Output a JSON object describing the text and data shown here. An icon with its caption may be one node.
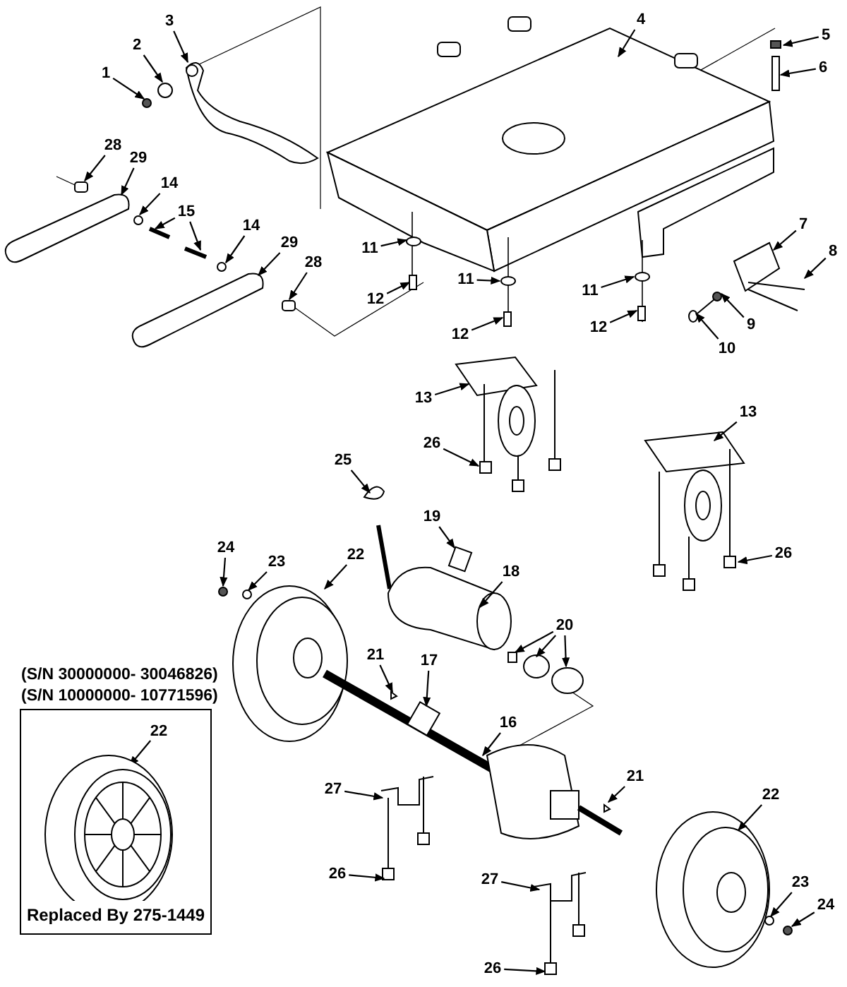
{
  "diagram": {
    "nodes": [
      {
        "text": [
          "1"
        ]
      },
      {
        "text": [
          "2"
        ]
      },
      {
        "text": [
          "3"
        ]
      },
      {
        "text": [
          "4"
        ]
      },
      {
        "text": [
          "5"
        ]
      },
      {
        "text": [
          "6"
        ]
      },
      {
        "text": [
          "28"
        ]
      },
      {
        "text": [
          "29"
        ]
      },
      {
        "text": [
          "14"
        ]
      },
      {
        "text": [
          "15"
        ]
      },
      {
        "text": [
          "14"
        ]
      },
      {
        "text": [
          "29"
        ]
      },
      {
        "text": [
          "28"
        ]
      },
      {
        "text": [
          "7"
        ]
      },
      {
        "text": [
          "8"
        ]
      },
      {
        "text": [
          "9"
        ]
      },
      {
        "text": [
          "10"
        ]
      },
      {
        "text": [
          "11"
        ]
      },
      {
        "text": [
          "12"
        ]
      },
      {
        "text": [
          "11"
        ]
      },
      {
        "text": [
          "12"
        ]
      },
      {
        "text": [
          "11"
        ]
      },
      {
        "text": [
          "12"
        ]
      },
      {
        "text": [
          "13"
        ]
      },
      {
        "text": [
          "26"
        ]
      },
      {
        "text": [
          "13"
        ]
      },
      {
        "text": [
          "26"
        ]
      },
      {
        "text": [
          "25"
        ]
      },
      {
        "text": [
          "19"
        ]
      },
      {
        "text": [
          "18"
        ]
      },
      {
        "text": [
          "22"
        ]
      },
      {
        "text": [
          "24"
        ]
      },
      {
        "text": [
          "23"
        ]
      },
      {
        "text": [
          "20"
        ]
      },
      {
        "text": [
          "21"
        ]
      },
      {
        "text": [
          "17"
        ]
      },
      {
        "text": [
          "16"
        ]
      },
      {
        "text": [
          "Replaced By 275-1449"
        ]
      },
      {
        "text": [
          "22"
        ],
        "in": 37
      },
      {
        "text": [
          "27"
        ]
      },
      {
        "text": [
          "21"
        ]
      },
      {
        "text": [
          "22"
        ]
      },
      {
        "text": [
          "26"
        ]
      },
      {
        "text": [
          "27"
        ]
      },
      {
        "text": [
          "23"
        ]
      },
      {
        "text": [
          "24"
        ]
      },
      {
        "text": [
          "26"
        ]
      }
    ],
    "edges": [
      {
        "from": 0,
        "to": null,
        "arrow": "to"
      },
      {
        "from": 1,
        "to": null,
        "arrow": "to"
      },
      {
        "from": 2,
        "to": null,
        "arrow": "to"
      },
      {
        "from": 3,
        "to": null,
        "arrow": "to"
      },
      {
        "from": 4,
        "to": null,
        "arrow": "to"
      },
      {
        "from": 5,
        "to": null,
        "arrow": "to"
      },
      {
        "from": 6,
        "to": null,
        "arrow": "to"
      },
      {
        "from": 7,
        "to": null,
        "arrow": "to"
      },
      {
        "from": 8,
        "to": null,
        "arrow": "to"
      },
      {
        "from": 9,
        "to": null,
        "arrow": "to"
      },
      {
        "from": 9,
        "to": null,
        "arrow": "to"
      },
      {
        "from": 10,
        "to": null,
        "arrow": "to"
      },
      {
        "from": 11,
        "to": null,
        "arrow": "to"
      },
      {
        "from": 12,
        "to": null,
        "arrow": "to"
      },
      {
        "from": 13,
        "to": null,
        "arrow": "to"
      },
      {
        "from": 14,
        "to": null,
        "arrow": "to"
      },
      {
        "from": 15,
        "to": null,
        "arrow": "to"
      },
      {
        "from": 16,
        "to": null,
        "arrow": "to"
      },
      {
        "from": 17,
        "to": null,
        "arrow": "to"
      },
      {
        "from": 18,
        "to": null,
        "arrow": "to"
      },
      {
        "from": 19,
        "to": null,
        "arrow": "to"
      },
      {
        "from": 20,
        "to": null,
        "arrow": "to"
      },
      {
        "from": 21,
        "to": null,
        "arrow": "to"
      },
      {
        "from": 22,
        "to": null,
        "arrow": "to"
      },
      {
        "from": 23,
        "to": null,
        "arrow": "to"
      },
      {
        "from": 24,
        "to": null,
        "arrow": "to"
      },
      {
        "from": 25,
        "to": null,
        "arrow": "to"
      },
      {
        "from": 26,
        "to": null,
        "arrow": "to"
      },
      {
        "from": 27,
        "to": null,
        "arrow": "to"
      },
      {
        "from": 28,
        "to": null,
        "arrow": "to"
      },
      {
        "from": 29,
        "to": null,
        "arrow": "to"
      },
      {
        "from": 30,
        "to": null,
        "arrow": "to"
      },
      {
        "from": 31,
        "to": null,
        "arrow": "to"
      },
      {
        "from": 32,
        "to": null,
        "arrow": "to"
      },
      {
        "from": 33,
        "to": null,
        "arrow": "to"
      },
      {
        "from": 33,
        "to": null,
        "arrow": "to"
      },
      {
        "from": 33,
        "to": null,
        "arrow": "to"
      },
      {
        "from": 34,
        "to": null,
        "arrow": "to"
      },
      {
        "from": 35,
        "to": null,
        "arrow": "to"
      },
      {
        "from": 36,
        "to": null,
        "arrow": "to"
      },
      {
        "from": 38,
        "to": null,
        "arrow": "to"
      },
      {
        "from": 39,
        "to": null,
        "arrow": "to"
      },
      {
        "from": 40,
        "to": null,
        "arrow": "to"
      },
      {
        "from": 41,
        "to": null,
        "arrow": "to"
      },
      {
        "from": 42,
        "to": null,
        "arrow": "to"
      },
      {
        "from": 43,
        "to": null,
        "arrow": "to"
      },
      {
        "from": 44,
        "to": null,
        "arrow": "to"
      },
      {
        "from": 45,
        "to": null,
        "arrow": "to"
      },
      {
        "from": 46,
        "to": null,
        "arrow": "to"
      }
    ],
    "labels": [
      "(S/N 30000000- 30046826)",
      "(S/N 10000000- 10771596)"
    ]
  }
}
